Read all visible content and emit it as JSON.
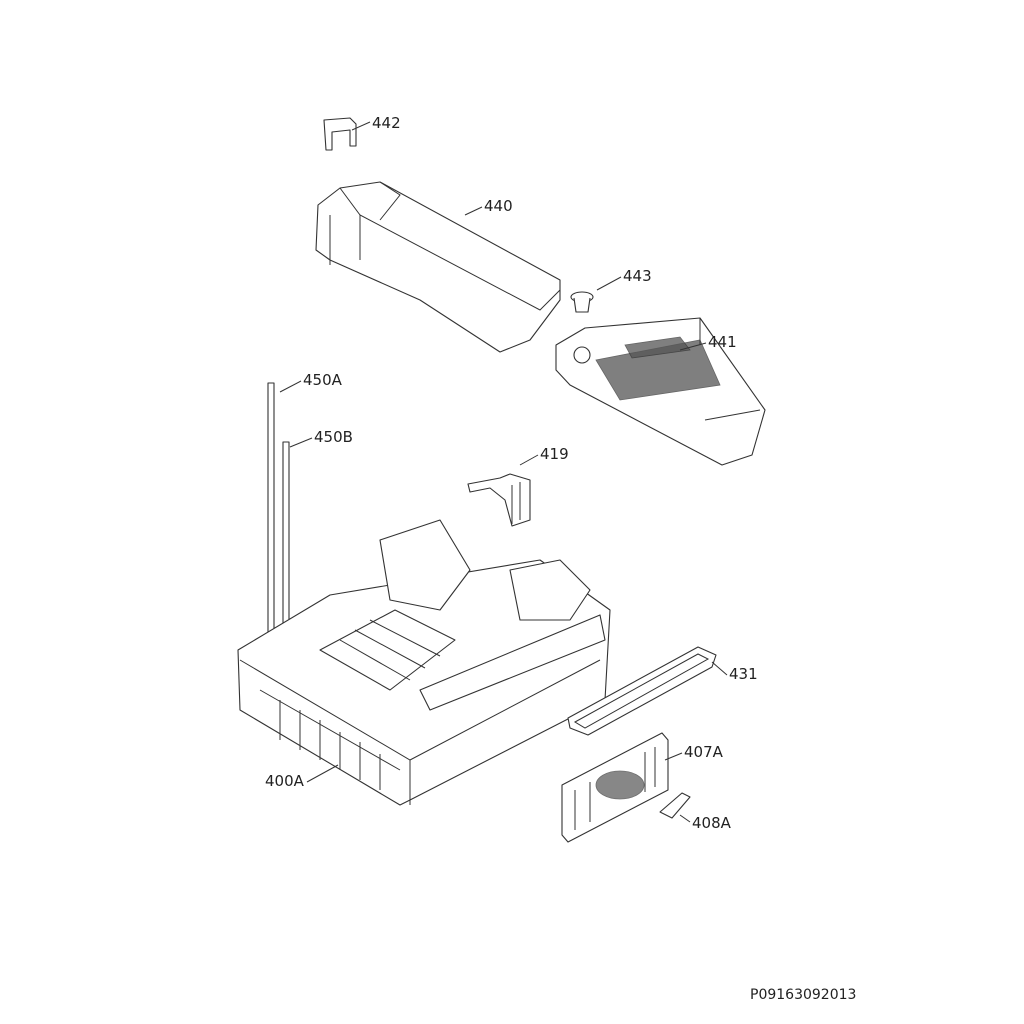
{
  "callouts": {
    "p442": "442",
    "p440": "440",
    "p443": "443",
    "p441": "441",
    "p450a": "450A",
    "p450b": "450B",
    "p419": "419",
    "p431": "431",
    "p407a": "407A",
    "p400a": "400A",
    "p408a": "408A"
  },
  "drawing_code": "P09163092013"
}
